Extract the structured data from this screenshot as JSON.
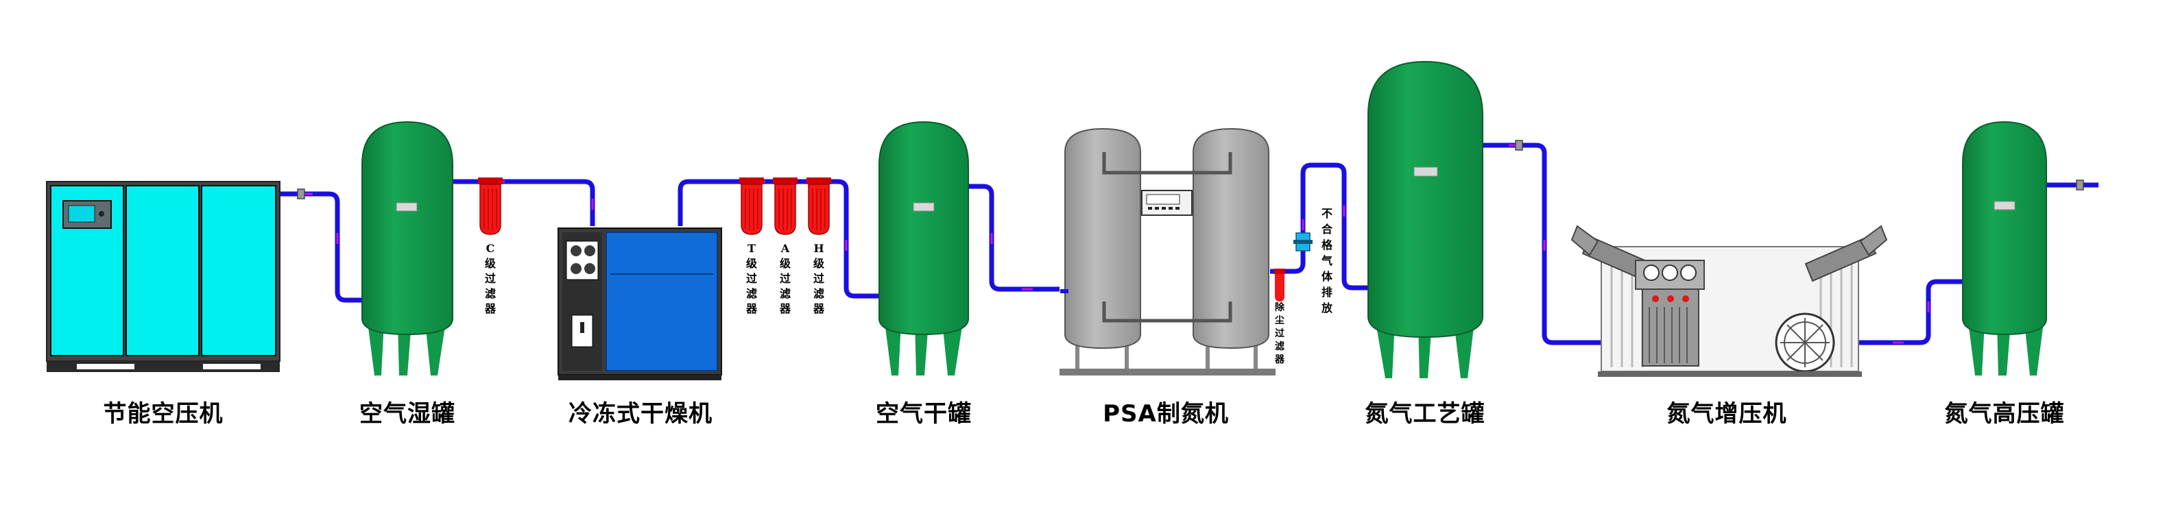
{
  "labels": {
    "air_compressor": "节能空压机",
    "wet_tank": "空气湿罐",
    "refrigerated_dryer": "冷冻式干燥机",
    "dry_tank": "空气干罐",
    "psa_generator": "PSA制氮机",
    "process_tank": "氮气工艺罐",
    "booster": "氮气增压机",
    "high_pressure_tank": "氮气高压罐"
  },
  "filters": {
    "c": "C级过滤器",
    "t": "T级过滤器",
    "a": "A级过滤器",
    "h": "H级过滤器",
    "dust": "除尘过滤器"
  },
  "vent": "不合格气体排放",
  "colors": {
    "pipe": "#1a0fe0",
    "tank": "#11994a",
    "compressor": "#00f0f0",
    "filter": "#f21818",
    "dryer": "#0f6cd9",
    "psa_tower": "#a9a9a9"
  }
}
